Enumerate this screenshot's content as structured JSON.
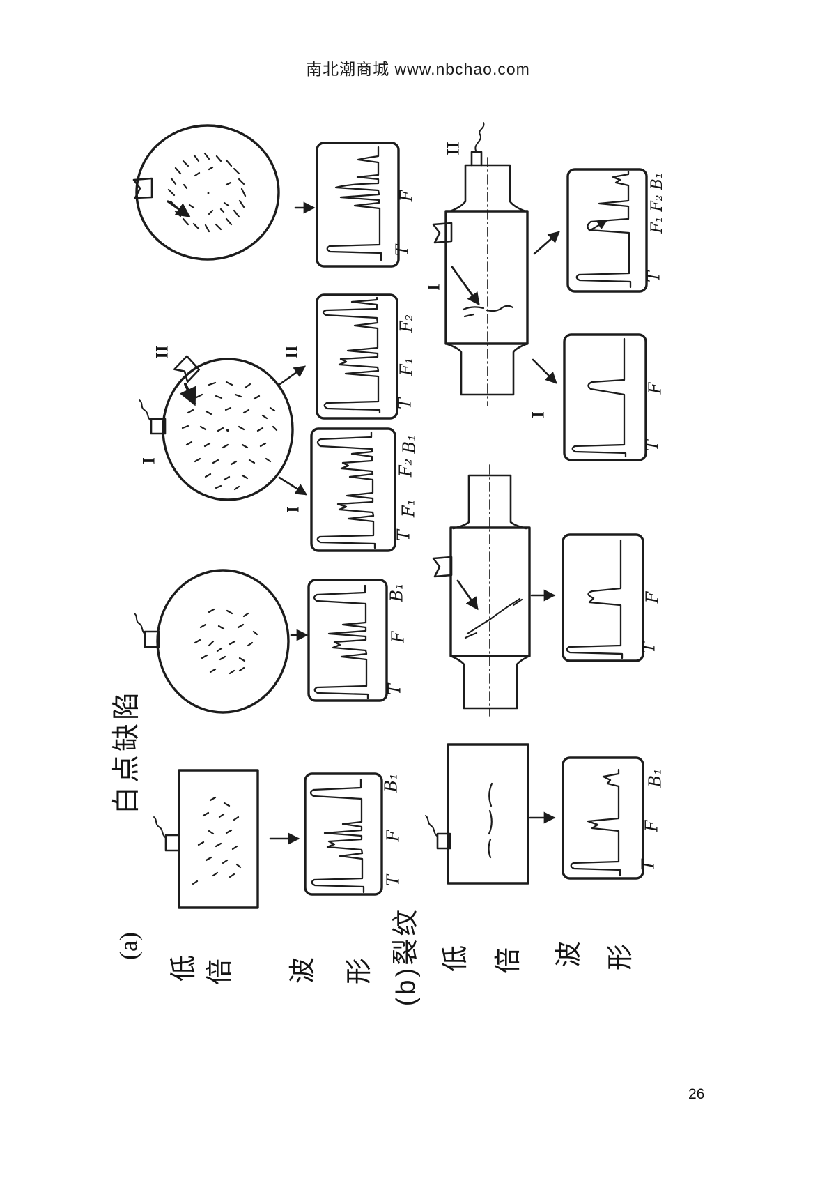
{
  "page": {
    "header": "南北潮商城  www.nbchao.com",
    "page_number": "26"
  },
  "section_a": {
    "caption": "(a)",
    "title": "白点缺陷",
    "row_labels": [
      "低",
      "倍",
      "波",
      "形"
    ],
    "probes": {
      "probe_I": "I",
      "probe_II": "II"
    },
    "arrow_labels": {
      "to_wave_II": "II",
      "to_wave_I": "I"
    },
    "waveforms": {
      "w1": {
        "f": "F",
        "t": "T"
      },
      "w2": {
        "f2": "F₂",
        "f1": "F₁",
        "t": "T"
      },
      "w3": {
        "b1": "B₁",
        "f2": "F₂",
        "f1": "F₁",
        "t": "T"
      },
      "w4": {
        "b1": "B₁",
        "f": "F",
        "t": "T"
      },
      "w5": {
        "b1": "B₁",
        "f": "F",
        "t": "T"
      }
    }
  },
  "section_b": {
    "caption": "(b)裂纹",
    "row_labels": [
      "低",
      "倍",
      "波",
      "形"
    ],
    "probes": {
      "shaft1_top": "II",
      "shaft1_side": "I"
    },
    "arrow_labels": {
      "wave_I": "I"
    },
    "waveforms": {
      "wb1": {
        "labels": "F₁ F₂ B₁",
        "t": "T"
      },
      "wb2": {
        "f": "F",
        "t": "T"
      },
      "wb3": {
        "f": "F",
        "t": "T"
      },
      "wb4": {
        "b1": "B₁",
        "f": "F",
        "t": "T"
      }
    }
  }
}
